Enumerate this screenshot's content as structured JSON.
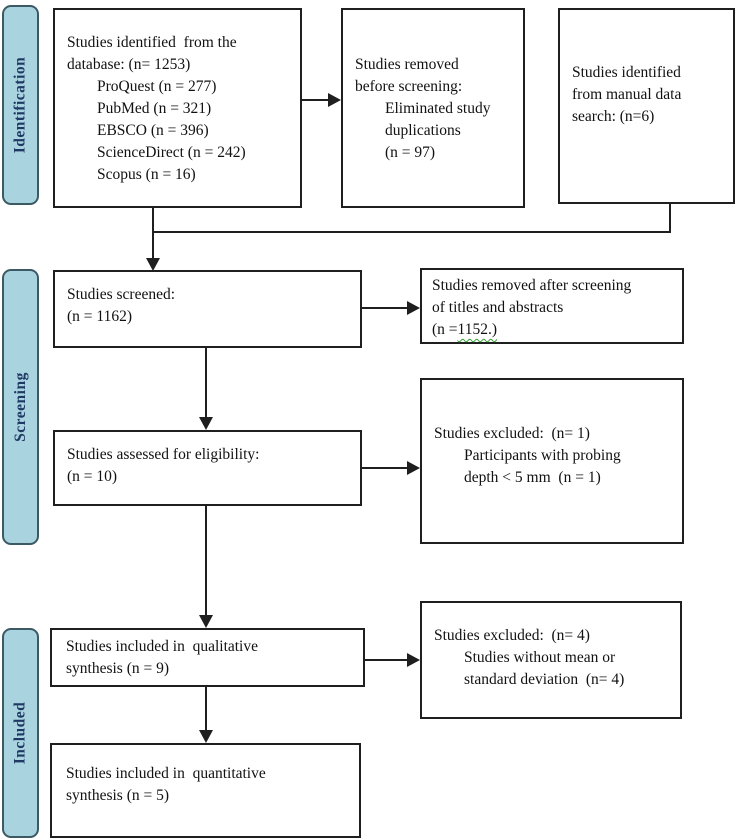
{
  "stages": {
    "identification": "Identification",
    "screening": "Screening",
    "included": "Included"
  },
  "boxes": {
    "identified": {
      "line1": "Studies identified  from the",
      "line2": "database: (n= 1253)",
      "sub1": "ProQuest (n = 277)",
      "sub2": "PubMed (n = 321)",
      "sub3": "EBSCO (n = 396)",
      "sub4": "ScienceDirect (n = 242)",
      "sub5": "Scopus (n = 16)"
    },
    "removed_before": {
      "line1": "Studies removed",
      "line2": "before screening:",
      "sub1": "Eliminated study",
      "sub2": "duplications",
      "sub3": "(n = 97)"
    },
    "manual_search": {
      "line1": "Studies identified",
      "line2": "from manual data",
      "line3": "search: (n=6)"
    },
    "screened": {
      "line1": "Studies screened:",
      "line2": "(n = 1162)"
    },
    "removed_after": {
      "line1": "Studies removed after screening",
      "line2": "of titles and abstracts",
      "line3_prefix": "(n =",
      "line3_wavy": "1152.)"
    },
    "eligibility": {
      "line1": "Studies assessed for eligibility:",
      "line2": "(n = 10)"
    },
    "excluded_eligibility": {
      "line1": "Studies excluded:  (n= 1)",
      "sub1": "Participants with probing",
      "sub2": "depth < 5 mm  (n = 1)"
    },
    "qualitative": {
      "line1": "Studies included in  qualitative",
      "line2": "synthesis (n = 9)"
    },
    "excluded_quantitative": {
      "line1": "Studies excluded:  (n= 4)",
      "sub1": "Studies without mean or",
      "sub2": "standard deviation  (n= 4)"
    },
    "quantitative": {
      "line1": "Studies included in  quantitative",
      "line2": "synthesis (n = 5)"
    }
  },
  "colors": {
    "stage_fill": "#a9d4df",
    "stage_border": "#3c5a64",
    "stage_text": "#1f3864",
    "box_border": "#1f1f1f",
    "connector": "#1f1f1f",
    "wavy_underline": "#2fa12f",
    "background": "#ffffff"
  }
}
